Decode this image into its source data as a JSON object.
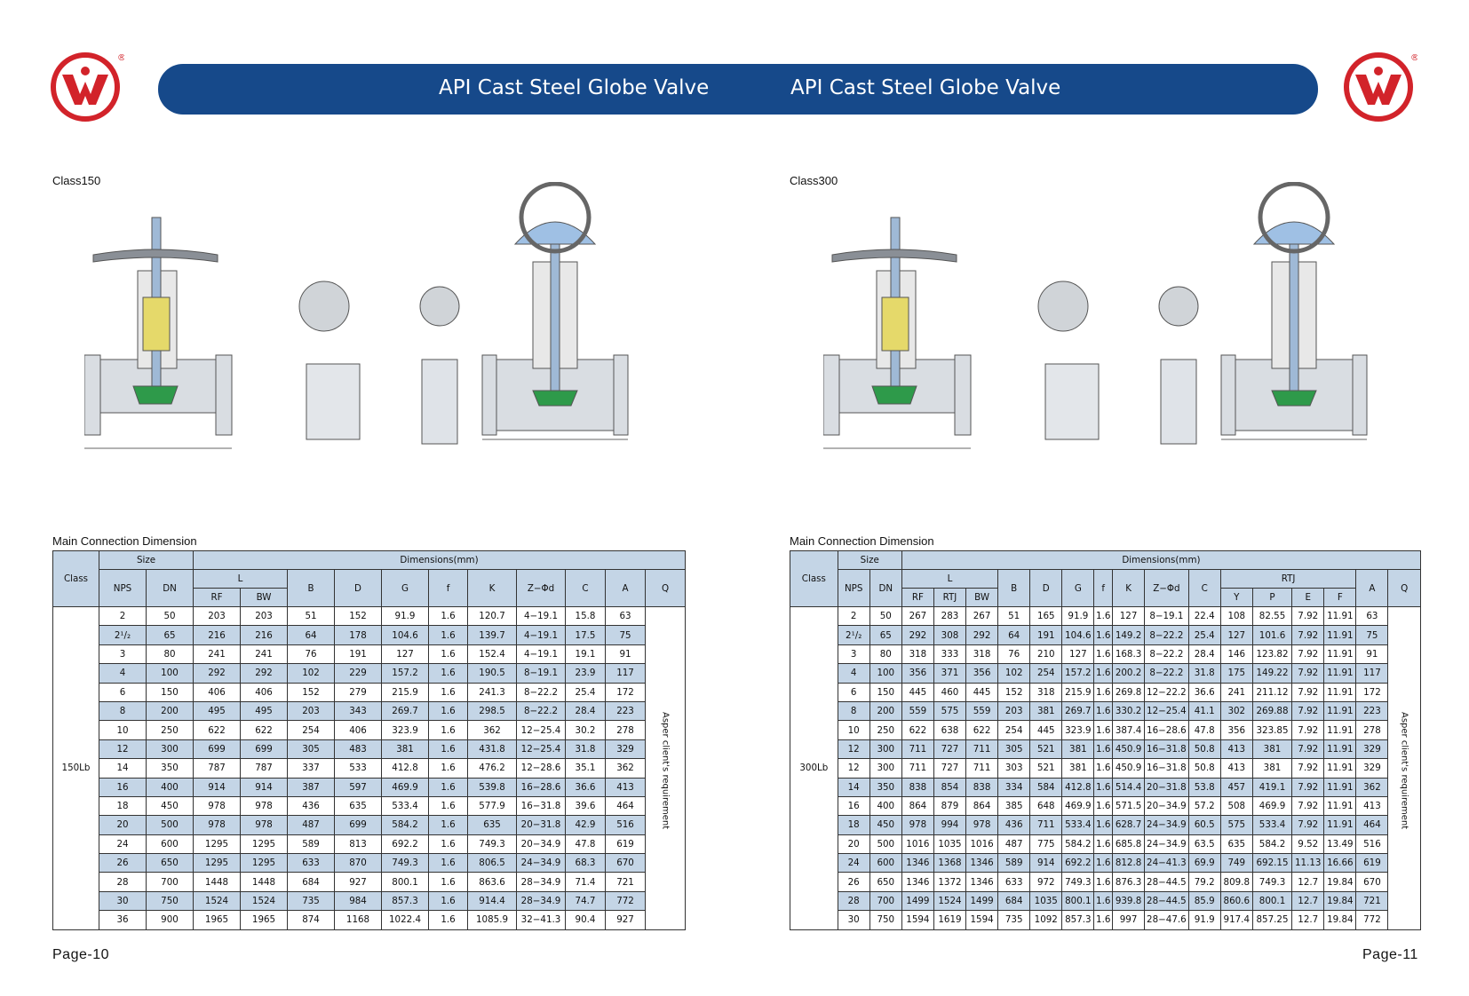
{
  "header": {
    "title_left": "API Cast Steel Globe Valve",
    "title_right": "API Cast Steel Globe Valve",
    "brand_color": "#16498a",
    "logo_color": "#d2232a"
  },
  "left": {
    "class_label": "Class150",
    "section_title": "Main Connection Dimension",
    "page": "Page-10",
    "headers": {
      "class": "Class",
      "size": "Size",
      "nps": "NPS",
      "dn": "DN",
      "dims": "Dimensions(mm)",
      "l": "L",
      "rf": "RF",
      "bw": "BW",
      "b": "B",
      "d": "D",
      "g": "G",
      "f": "f",
      "k": "K",
      "z": "Z−Φd",
      "c": "C",
      "a": "A",
      "q": "Q"
    },
    "class_value": "150Lb",
    "q_note": "Asper client's requirement",
    "rows": [
      [
        "2",
        "50",
        "203",
        "203",
        "51",
        "152",
        "91.9",
        "1.6",
        "120.7",
        "4−19.1",
        "15.8",
        "63"
      ],
      [
        "2¹/₂",
        "65",
        "216",
        "216",
        "64",
        "178",
        "104.6",
        "1.6",
        "139.7",
        "4−19.1",
        "17.5",
        "75"
      ],
      [
        "3",
        "80",
        "241",
        "241",
        "76",
        "191",
        "127",
        "1.6",
        "152.4",
        "4−19.1",
        "19.1",
        "91"
      ],
      [
        "4",
        "100",
        "292",
        "292",
        "102",
        "229",
        "157.2",
        "1.6",
        "190.5",
        "8−19.1",
        "23.9",
        "117"
      ],
      [
        "6",
        "150",
        "406",
        "406",
        "152",
        "279",
        "215.9",
        "1.6",
        "241.3",
        "8−22.2",
        "25.4",
        "172"
      ],
      [
        "8",
        "200",
        "495",
        "495",
        "203",
        "343",
        "269.7",
        "1.6",
        "298.5",
        "8−22.2",
        "28.4",
        "223"
      ],
      [
        "10",
        "250",
        "622",
        "622",
        "254",
        "406",
        "323.9",
        "1.6",
        "362",
        "12−25.4",
        "30.2",
        "278"
      ],
      [
        "12",
        "300",
        "699",
        "699",
        "305",
        "483",
        "381",
        "1.6",
        "431.8",
        "12−25.4",
        "31.8",
        "329"
      ],
      [
        "14",
        "350",
        "787",
        "787",
        "337",
        "533",
        "412.8",
        "1.6",
        "476.2",
        "12−28.6",
        "35.1",
        "362"
      ],
      [
        "16",
        "400",
        "914",
        "914",
        "387",
        "597",
        "469.9",
        "1.6",
        "539.8",
        "16−28.6",
        "36.6",
        "413"
      ],
      [
        "18",
        "450",
        "978",
        "978",
        "436",
        "635",
        "533.4",
        "1.6",
        "577.9",
        "16−31.8",
        "39.6",
        "464"
      ],
      [
        "20",
        "500",
        "978",
        "978",
        "487",
        "699",
        "584.2",
        "1.6",
        "635",
        "20−31.8",
        "42.9",
        "516"
      ],
      [
        "24",
        "600",
        "1295",
        "1295",
        "589",
        "813",
        "692.2",
        "1.6",
        "749.3",
        "20−34.9",
        "47.8",
        "619"
      ],
      [
        "26",
        "650",
        "1295",
        "1295",
        "633",
        "870",
        "749.3",
        "1.6",
        "806.5",
        "24−34.9",
        "68.3",
        "670"
      ],
      [
        "28",
        "700",
        "1448",
        "1448",
        "684",
        "927",
        "800.1",
        "1.6",
        "863.6",
        "28−34.9",
        "71.4",
        "721"
      ],
      [
        "30",
        "750",
        "1524",
        "1524",
        "735",
        "984",
        "857.3",
        "1.6",
        "914.4",
        "28−34.9",
        "74.7",
        "772"
      ],
      [
        "36",
        "900",
        "1965",
        "1965",
        "874",
        "1168",
        "1022.4",
        "1.6",
        "1085.9",
        "32−41.3",
        "90.4",
        "927"
      ]
    ]
  },
  "right": {
    "class_label": "Class300",
    "section_title": "Main Connection Dimension",
    "page": "Page-11",
    "headers": {
      "class": "Class",
      "size": "Size",
      "nps": "NPS",
      "dn": "DN",
      "dims": "Dimensions(mm)",
      "l": "L",
      "rf": "RF",
      "rtj": "RTJ",
      "bw": "BW",
      "b": "B",
      "d": "D",
      "g": "G",
      "f": "f",
      "k": "K",
      "z": "Z−Φd",
      "c": "C",
      "rtj2": "RTJ",
      "y": "Y",
      "p": "P",
      "e": "E",
      "ff": "F",
      "a": "A",
      "q": "Q"
    },
    "class_value": "300Lb",
    "q_note": "Asper client's requirement",
    "rows": [
      [
        "2",
        "50",
        "267",
        "283",
        "267",
        "51",
        "165",
        "91.9",
        "1.6",
        "127",
        "8−19.1",
        "22.4",
        "108",
        "82.55",
        "7.92",
        "11.91",
        "63"
      ],
      [
        "2¹/₂",
        "65",
        "292",
        "308",
        "292",
        "64",
        "191",
        "104.6",
        "1.6",
        "149.2",
        "8−22.2",
        "25.4",
        "127",
        "101.6",
        "7.92",
        "11.91",
        "75"
      ],
      [
        "3",
        "80",
        "318",
        "333",
        "318",
        "76",
        "210",
        "127",
        "1.6",
        "168.3",
        "8−22.2",
        "28.4",
        "146",
        "123.82",
        "7.92",
        "11.91",
        "91"
      ],
      [
        "4",
        "100",
        "356",
        "371",
        "356",
        "102",
        "254",
        "157.2",
        "1.6",
        "200.2",
        "8−22.2",
        "31.8",
        "175",
        "149.22",
        "7.92",
        "11.91",
        "117"
      ],
      [
        "6",
        "150",
        "445",
        "460",
        "445",
        "152",
        "318",
        "215.9",
        "1.6",
        "269.8",
        "12−22.2",
        "36.6",
        "241",
        "211.12",
        "7.92",
        "11.91",
        "172"
      ],
      [
        "8",
        "200",
        "559",
        "575",
        "559",
        "203",
        "381",
        "269.7",
        "1.6",
        "330.2",
        "12−25.4",
        "41.1",
        "302",
        "269.88",
        "7.92",
        "11.91",
        "223"
      ],
      [
        "10",
        "250",
        "622",
        "638",
        "622",
        "254",
        "445",
        "323.9",
        "1.6",
        "387.4",
        "16−28.6",
        "47.8",
        "356",
        "323.85",
        "7.92",
        "11.91",
        "278"
      ],
      [
        "12",
        "300",
        "711",
        "727",
        "711",
        "305",
        "521",
        "381",
        "1.6",
        "450.9",
        "16−31.8",
        "50.8",
        "413",
        "381",
        "7.92",
        "11.91",
        "329"
      ],
      [
        "12",
        "300",
        "711",
        "727",
        "711",
        "303",
        "521",
        "381",
        "1.6",
        "450.9",
        "16−31.8",
        "50.8",
        "413",
        "381",
        "7.92",
        "11.91",
        "329"
      ],
      [
        "14",
        "350",
        "838",
        "854",
        "838",
        "334",
        "584",
        "412.8",
        "1.6",
        "514.4",
        "20−31.8",
        "53.8",
        "457",
        "419.1",
        "7.92",
        "11.91",
        "362"
      ],
      [
        "16",
        "400",
        "864",
        "879",
        "864",
        "385",
        "648",
        "469.9",
        "1.6",
        "571.5",
        "20−34.9",
        "57.2",
        "508",
        "469.9",
        "7.92",
        "11.91",
        "413"
      ],
      [
        "18",
        "450",
        "978",
        "994",
        "978",
        "436",
        "711",
        "533.4",
        "1.6",
        "628.7",
        "24−34.9",
        "60.5",
        "575",
        "533.4",
        "7.92",
        "11.91",
        "464"
      ],
      [
        "20",
        "500",
        "1016",
        "1035",
        "1016",
        "487",
        "775",
        "584.2",
        "1.6",
        "685.8",
        "24−34.9",
        "63.5",
        "635",
        "584.2",
        "9.52",
        "13.49",
        "516"
      ],
      [
        "24",
        "600",
        "1346",
        "1368",
        "1346",
        "589",
        "914",
        "692.2",
        "1.6",
        "812.8",
        "24−41.3",
        "69.9",
        "749",
        "692.15",
        "11.13",
        "16.66",
        "619"
      ],
      [
        "26",
        "650",
        "1346",
        "1372",
        "1346",
        "633",
        "972",
        "749.3",
        "1.6",
        "876.3",
        "28−44.5",
        "79.2",
        "809.8",
        "749.3",
        "12.7",
        "19.84",
        "670"
      ],
      [
        "28",
        "700",
        "1499",
        "1524",
        "1499",
        "684",
        "1035",
        "800.1",
        "1.6",
        "939.8",
        "28−44.5",
        "85.9",
        "860.6",
        "800.1",
        "12.7",
        "19.84",
        "721"
      ],
      [
        "30",
        "750",
        "1594",
        "1619",
        "1594",
        "735",
        "1092",
        "857.3",
        "1.6",
        "997",
        "28−47.6",
        "91.9",
        "917.4",
        "857.25",
        "12.7",
        "19.84",
        "772"
      ]
    ]
  }
}
